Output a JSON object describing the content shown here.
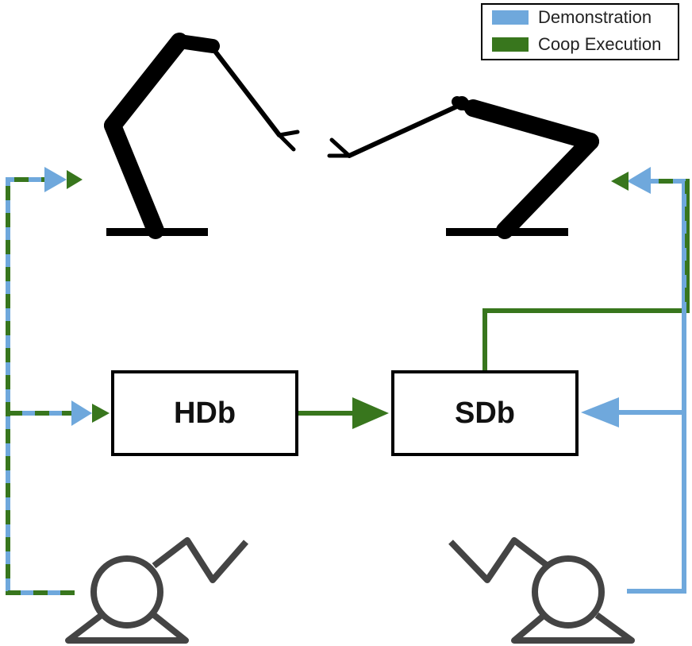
{
  "legend": {
    "items": [
      {
        "label": "Demonstration",
        "color": "#6fa8dc"
      },
      {
        "label": "Coop Execution",
        "color": "#38761d"
      }
    ]
  },
  "boxes": {
    "hdb": "HDb",
    "sdb": "SDb"
  },
  "colors": {
    "demonstration": "#6fa8dc",
    "coop_execution": "#38761d",
    "robot_black": "#000000",
    "teleop_gray": "#444444"
  },
  "icons": {
    "left_robot": "robot-arm-icon",
    "right_robot": "robot-arm-icon",
    "left_haptic": "haptic-device-icon",
    "right_haptic": "haptic-device-icon"
  }
}
